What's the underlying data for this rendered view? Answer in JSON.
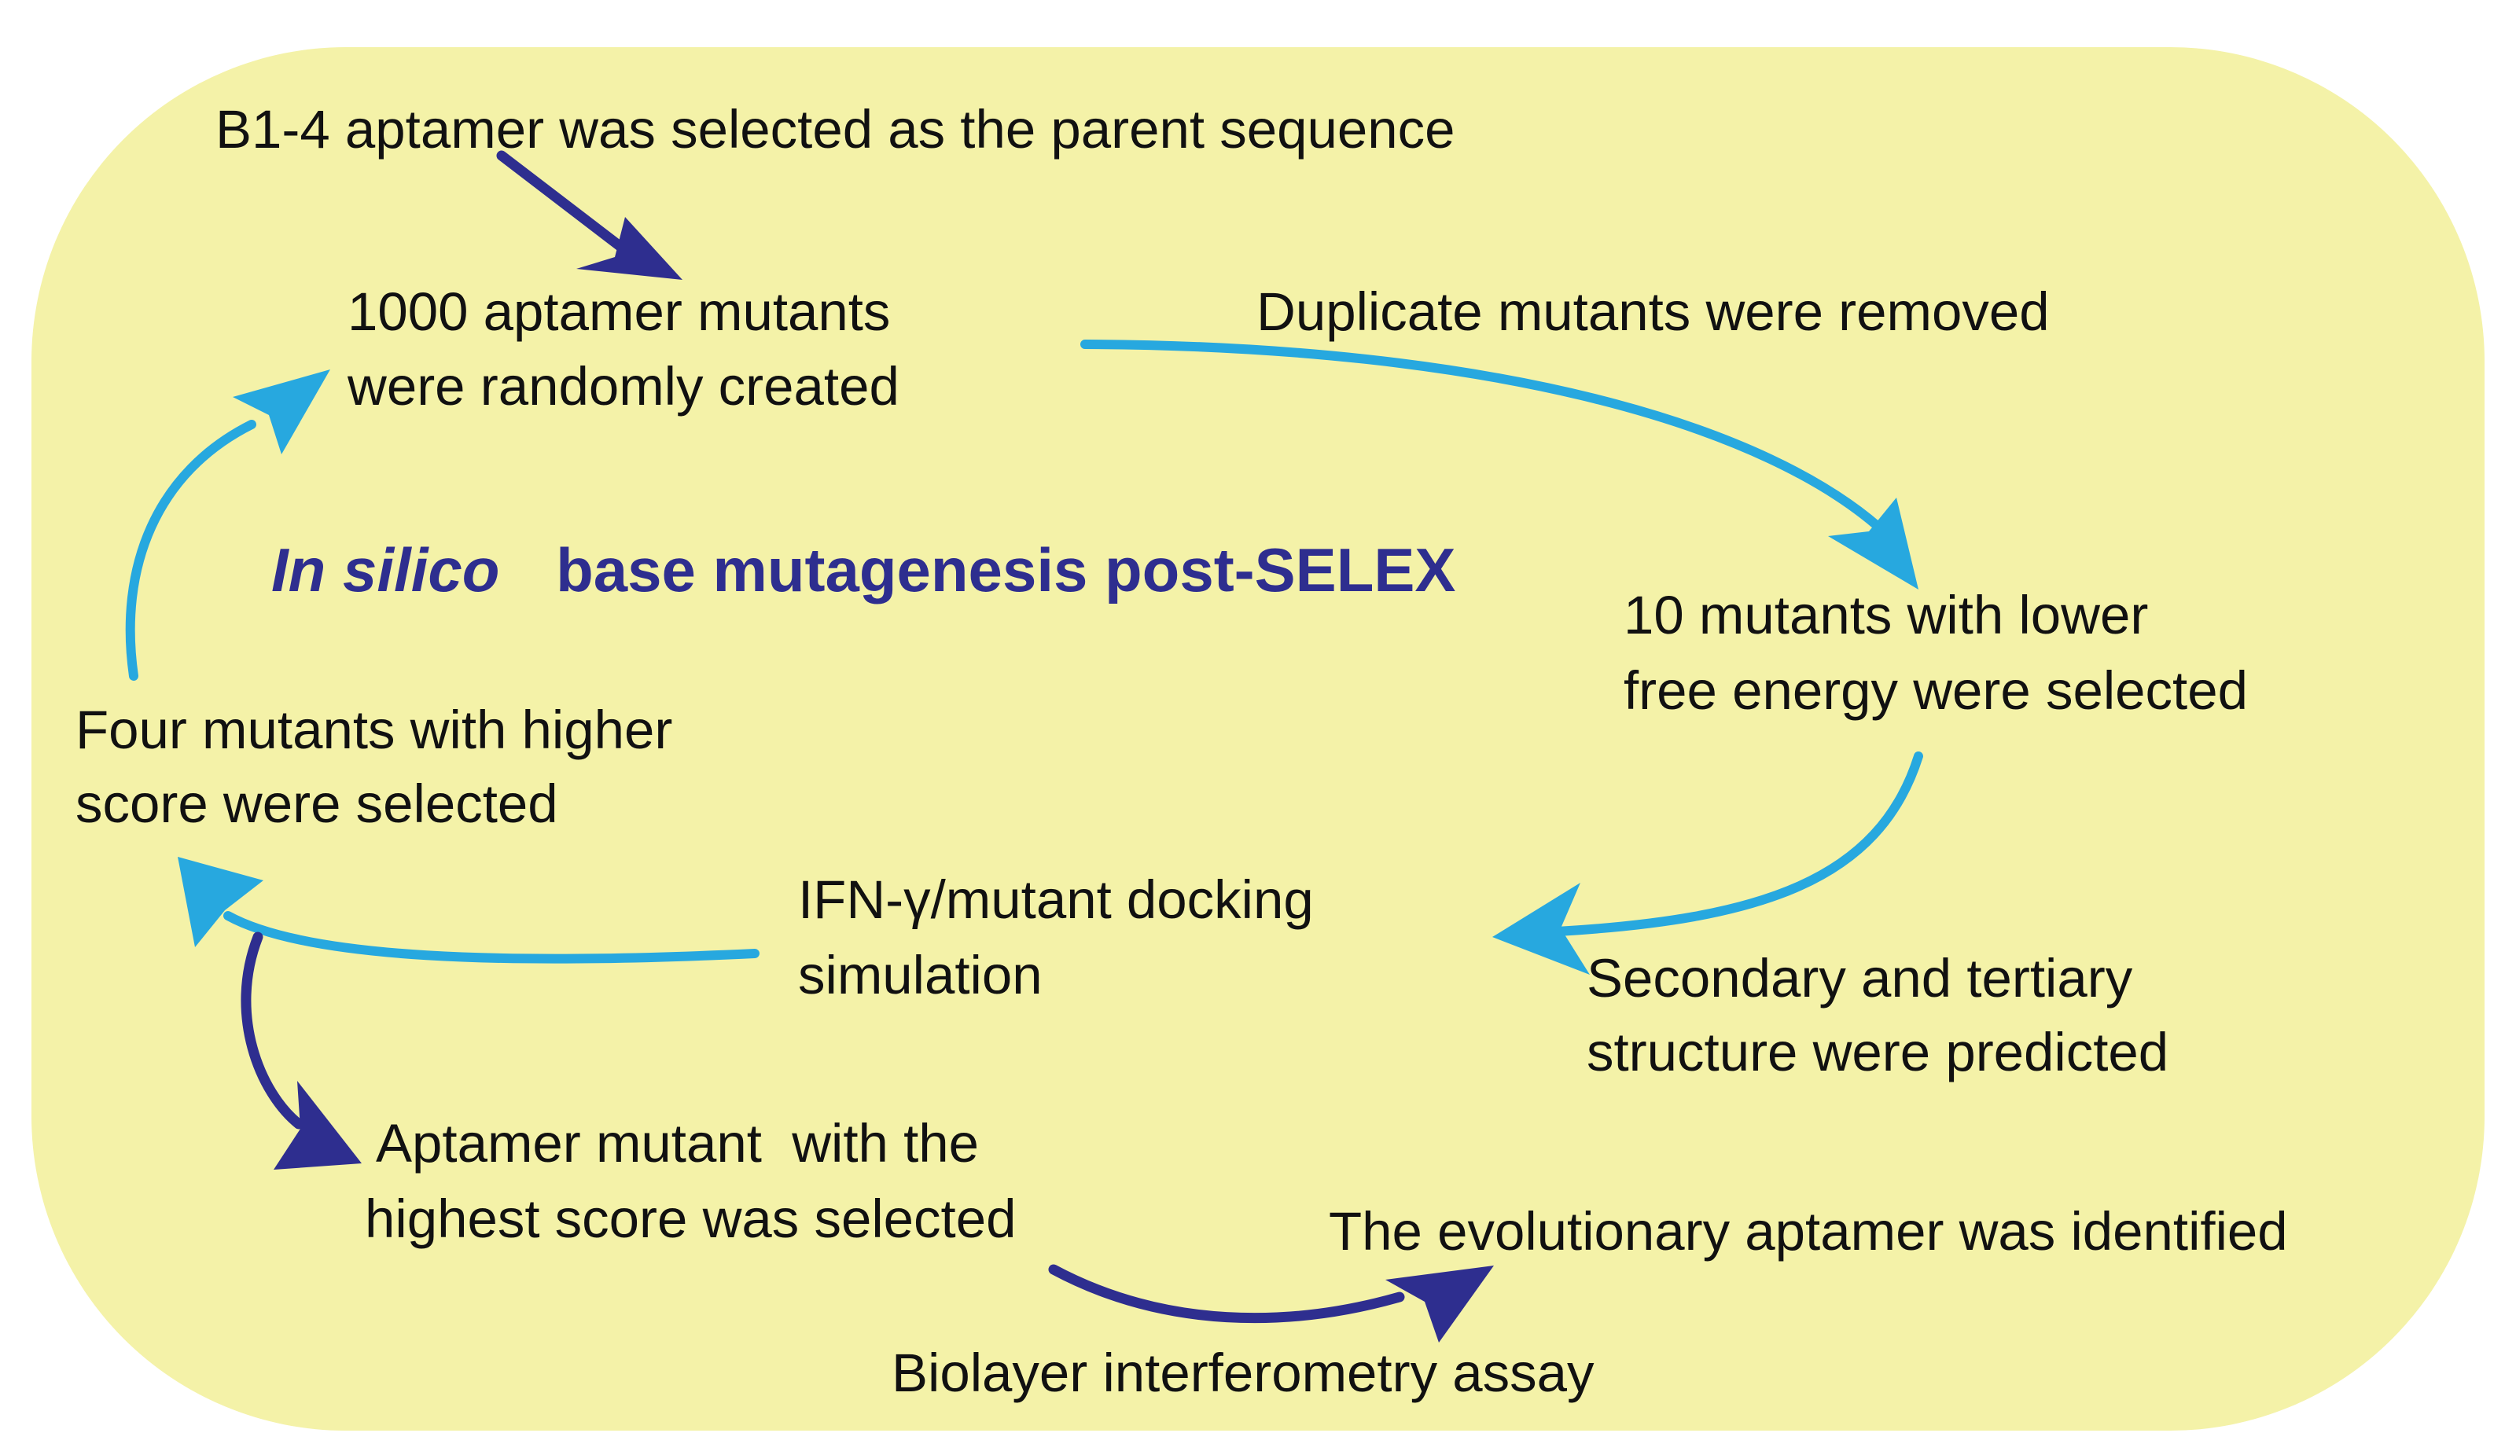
{
  "colors": {
    "background_panel": "#f4f2a8",
    "dark_arrow": "#2e2e8f",
    "light_arrow": "#27a8df",
    "title_text": "#2e2e8f",
    "body_text": "#111111"
  },
  "title": {
    "italic_part": "In silico",
    "rest": "base mutagenesis post-SELEX"
  },
  "steps": {
    "parent": "B1-4 aptamer was selected as the parent sequence",
    "mutants_line1": "1000 aptamer mutants",
    "mutants_line2": "were randomly created",
    "dedup": "Duplicate mutants were removed",
    "lower_energy_line1": "10 mutants with lower",
    "lower_energy_line2": "free energy were selected",
    "structure_line1": "Secondary and tertiary",
    "structure_line2": "structure were predicted",
    "docking_line1": "IFN-γ/mutant docking",
    "docking_line2": "simulation",
    "four_line1": "Four mutants with higher",
    "four_line2": "score were selected",
    "highest_line1": "Aptamer mutant  with the",
    "highest_line2": "highest score was selected",
    "bli": "Biolayer interferometry assay",
    "identified": "The evolutionary aptamer was identified"
  },
  "arrows": [
    {
      "id": "parent-to-mutants",
      "color": "dark",
      "icon": "arrow-icon"
    },
    {
      "id": "mutants-to-lower-energy",
      "color": "light",
      "icon": "arrow-icon"
    },
    {
      "id": "lower-energy-to-structure",
      "color": "light",
      "icon": "arrow-icon"
    },
    {
      "id": "docking-to-four",
      "color": "light",
      "icon": "arrow-icon"
    },
    {
      "id": "four-to-mutants",
      "color": "light",
      "icon": "arrow-icon"
    },
    {
      "id": "four-to-highest",
      "color": "dark",
      "icon": "arrow-icon"
    },
    {
      "id": "highest-to-identified",
      "color": "dark",
      "icon": "arrow-icon"
    }
  ]
}
